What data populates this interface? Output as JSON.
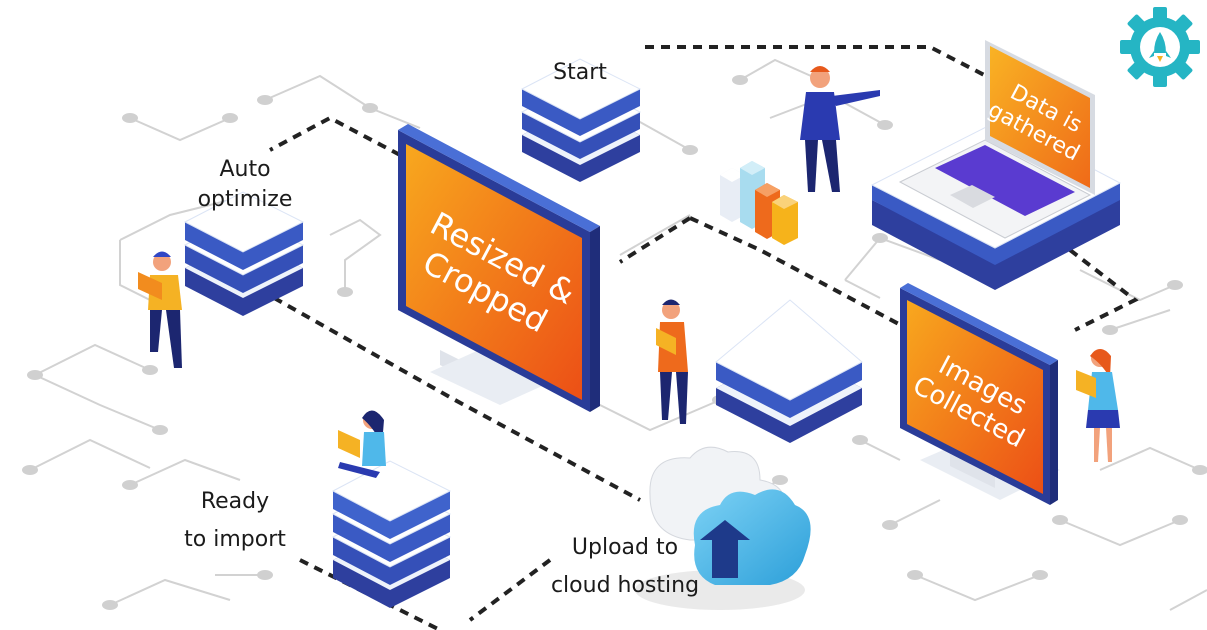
{
  "labels": {
    "start": "Start",
    "auto_line1": "Auto",
    "auto_line2": "optimize",
    "ready_line1": "Ready",
    "ready_line2": "to import",
    "upload_line1": "Upload to",
    "upload_line2": "cloud hosting"
  },
  "screens": {
    "monitor_line1": "Resized &",
    "monitor_line2": "Cropped",
    "laptop_line1": "Data is",
    "laptop_line2": "gathered",
    "images_line1": "Images",
    "images_line2": "Collected"
  },
  "colors": {
    "screen_orange_light": "#f7a01c",
    "screen_orange_dark": "#ee5a17",
    "server_blue": "#2e3f9e",
    "server_light": "#4a6fd6",
    "cloud_blue": "#4fb8ea",
    "gear_teal": "#25b5c4",
    "line_gray": "#cfcfcf"
  },
  "icons": [
    "gear-rocket-logo-icon",
    "cloud-upload-icon",
    "bar-chart-icon"
  ]
}
